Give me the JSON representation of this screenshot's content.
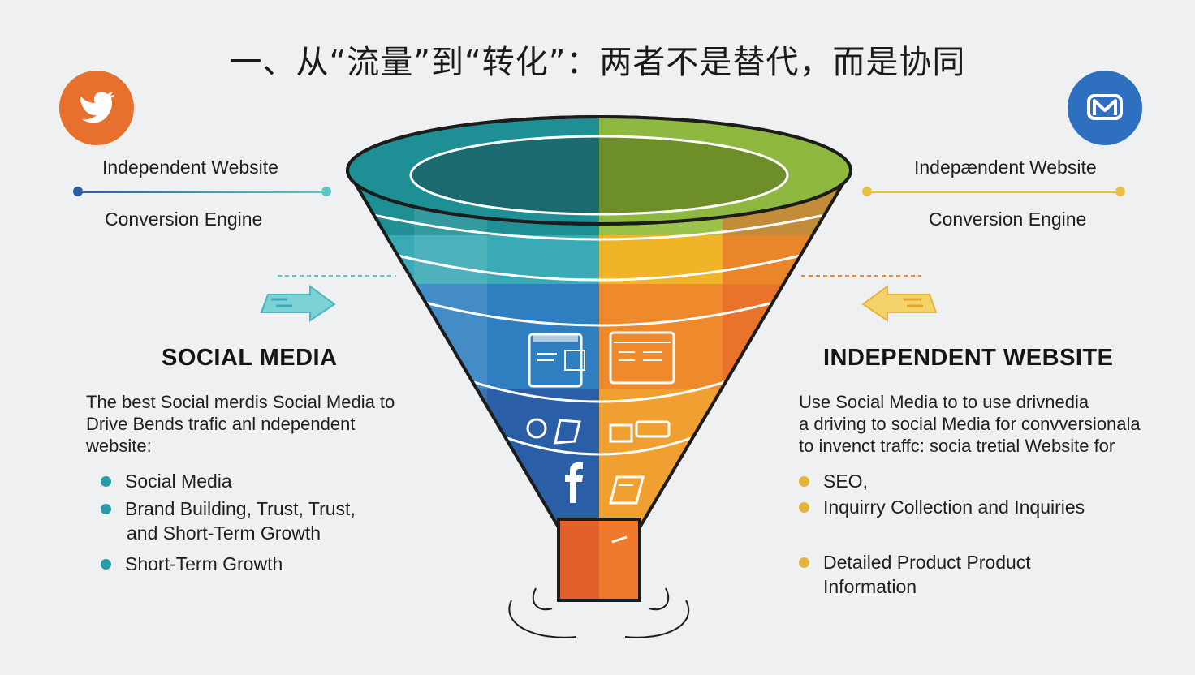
{
  "title": "一、从“流量”到“转化”：两者不是替代，而是协同",
  "left": {
    "icon": "twitter-bird-icon",
    "icon_color": "#e8702f",
    "label_top": "Independent Website",
    "label_bottom": "Conversion Engine",
    "line_colors": [
      "#2a5fa8",
      "#5cc6c9"
    ],
    "heading": "SOCIAL MEDIA",
    "paragraph": [
      "The best Social merdis Social Media to",
      "Drive Bends trafic anl ndependent",
      "website:"
    ],
    "bullets": [
      "Social Media",
      "Brand Building,  Trust, Trust,",
      "and Short-Term Growth",
      "Short-Term Growth"
    ],
    "bullet_color": "#2a9aa6"
  },
  "right": {
    "icon": "m-logo-icon",
    "icon_color": "#2f6fbf",
    "label_top": "Indepændent Website",
    "label_bottom": "Conversion Engine",
    "line_color": "#e9c040",
    "heading": "INDEPENDENT WEBSITE",
    "paragraph": [
      "Use Social Media  to to use drivnedia",
      "a driving to social Media for convversionala",
      "to invenct traffc:  socia tretial Website for"
    ],
    "bullets": [
      "SEO,",
      "Inquirry Collection and Inquiries",
      "Detailed Product Product",
      "Information"
    ],
    "bullet_color": "#e4b53a"
  },
  "funnel": {
    "left_colors": [
      "#1f8f96",
      "#3aaab6",
      "#2f7fc0",
      "#2a5fa8"
    ],
    "right_colors": [
      "#9bc24a",
      "#f0b429",
      "#ef8a2c",
      "#e4602a"
    ],
    "icons": [
      "browser-window-icon",
      "dashboard-icon",
      "chat-icon",
      "card-icon",
      "facebook-icon",
      "folder-icon"
    ]
  }
}
